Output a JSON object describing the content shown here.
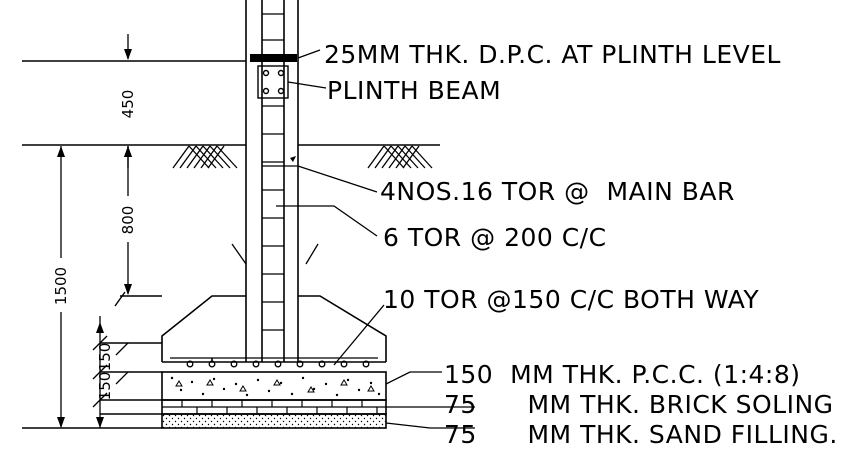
{
  "annotations": {
    "dpc": "25MM THK. D.P.C. AT PLINTH LEVEL",
    "plinth_beam": "PLINTH BEAM",
    "main_bar": "4NOS.16 TOR @  MAIN BAR",
    "stirrup": "6 TOR @ 200 C/C",
    "footing_bar": "10 TOR @150 C/C BOTH WAY",
    "pcc": "150  MM THK. P.C.C. (1:4:8)",
    "brick_soling": "75      MM THK. BRICK SOLING",
    "sand_filling": "75      MM THK. SAND FILLING."
  },
  "dimensions": {
    "plinth_height": "450",
    "footing_depth": "800",
    "total_depth": "1500",
    "layer_a": "150",
    "layer_b": "150"
  }
}
